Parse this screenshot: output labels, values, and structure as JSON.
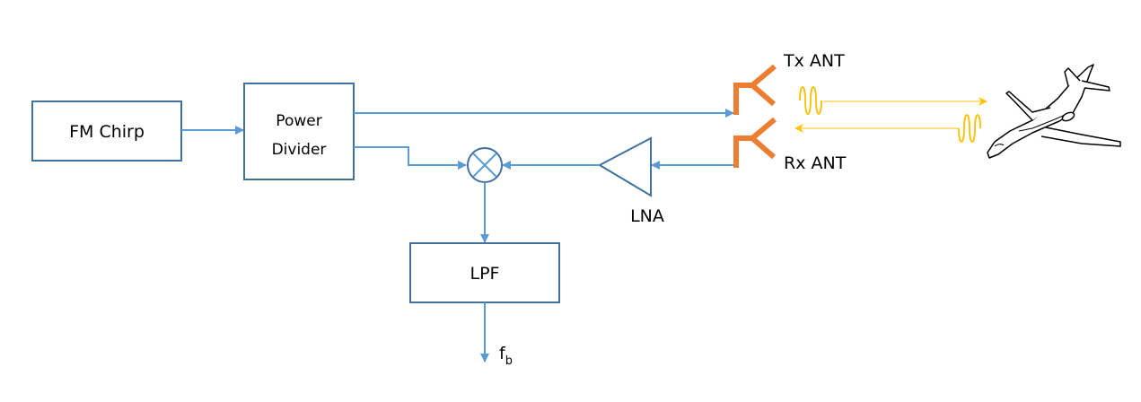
{
  "blocks": {
    "fm_chirp": "FM Chirp",
    "power_divider_line1": "Power",
    "power_divider_line2": "Divider",
    "lpf": "LPF",
    "lna": "LNA"
  },
  "antennas": {
    "tx": "Tx ANT",
    "rx": "Rx ANT"
  },
  "output": {
    "symbol": "f",
    "subscript": "b"
  },
  "colors": {
    "block_border": "#41719c",
    "signal_line": "#5b9bd5",
    "antenna": "#ed7d31",
    "wave": "#ffc000"
  },
  "icons": {
    "mixer": "mixer-x-circle-icon",
    "amplifier": "triangle-amplifier-icon",
    "target": "airplane-icon"
  }
}
